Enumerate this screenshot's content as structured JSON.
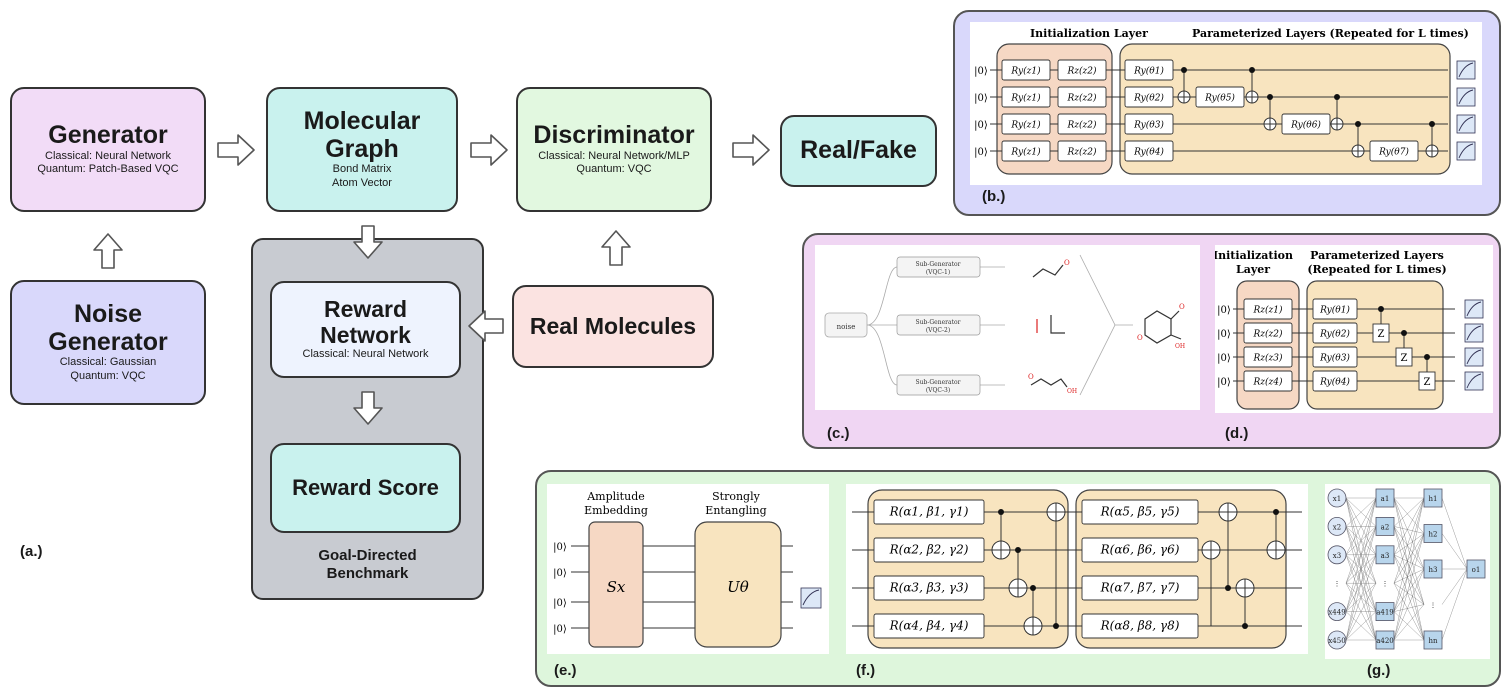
{
  "colors": {
    "generator": "#f2dcf7",
    "noise": "#d9d8fb",
    "molgraph": "#c9f2ee",
    "discriminator": "#e2f8e0",
    "realfake": "#c9f2ee",
    "goal": "#c8cbd1",
    "reward_net": "#eef3fe",
    "reward_score": "#c9f2ee",
    "real_mol": "#fbe3e1",
    "panel_b": "#d9d8fb",
    "panel_cd": "#f0d6f3",
    "panel_efg": "#def6dc",
    "init_layer": "#f6d8c4",
    "param_layer": "#f8e4bf"
  },
  "a": {
    "label": "(a.)",
    "generator": {
      "title": "Generator",
      "sub1": "Classical: Neural Network",
      "sub2": "Quantum: Patch-Based VQC"
    },
    "noise": {
      "title1": "Noise",
      "title2": "Generator",
      "sub1": "Classical: Gaussian",
      "sub2": "Quantum: VQC"
    },
    "molgraph": {
      "title1": "Molecular",
      "title2": "Graph",
      "sub1": "Bond Matrix",
      "sub2": "Atom Vector"
    },
    "discriminator": {
      "title": "Discriminator",
      "sub1": "Classical: Neural Network/MLP",
      "sub2": "Quantum: VQC"
    },
    "realfake": {
      "title": "Real/Fake"
    },
    "reward_net": {
      "title1": "Reward",
      "title2": "Network",
      "sub1": "Classical: Neural Network"
    },
    "reward_score": {
      "title": "Reward Score"
    },
    "goal": {
      "title1": "Goal-Directed",
      "title2": "Benchmark"
    },
    "real_mol": {
      "title": "Real Molecules"
    }
  },
  "b": {
    "label": "(b.)",
    "init_title": "Initialization Layer",
    "param_title": "Parameterized Layers (Repeated for L times)",
    "ket": "|0⟩",
    "gates_col1": [
      "Ry(z1)",
      "Ry(z1)",
      "Ry(z1)",
      "Ry(z1)"
    ],
    "gates_col2": [
      "Rz(z2)",
      "Rz(z2)",
      "Rz(z2)",
      "Rz(z2)"
    ],
    "gates_param": [
      "Ry(θ1)",
      "Ry(θ2)",
      "Ry(θ3)",
      "Ry(θ4)"
    ],
    "gates_extra": [
      "Ry(θ5)",
      "Ry(θ6)",
      "Ry(θ7)"
    ]
  },
  "c": {
    "label": "(c.)",
    "noise": "noise",
    "sub": [
      {
        "l1": "Sub-Generator",
        "l2": "(VQC-1)"
      },
      {
        "l1": "Sub-Generator",
        "l2": "(VQC-2)"
      },
      {
        "l1": "Sub-Generator",
        "l2": "(VQC-3)"
      }
    ],
    "atoms": {
      "o": "O",
      "oh": "OH"
    }
  },
  "d": {
    "label": "(d.)",
    "init_title1": "Initialization",
    "init_title2": "Layer",
    "param_title1": "Parameterized Layers",
    "param_title2": "(Repeated for L times)",
    "ket": "|0⟩",
    "gates_init": [
      "Rz(z1)",
      "Rz(z2)",
      "Rz(z3)",
      "Rz(z4)"
    ],
    "gates_param": [
      "Ry(θ1)",
      "Ry(θ2)",
      "Ry(θ3)",
      "Ry(θ4)"
    ],
    "zgate": "Z"
  },
  "e": {
    "label": "(e.)",
    "amp1": "Amplitude",
    "amp2": "Embedding",
    "ent1": "Strongly",
    "ent2": "Entangling",
    "ket": "|0⟩",
    "sx": "Sx",
    "u": "Uθ"
  },
  "f": {
    "label": "(f.)",
    "left": [
      "R(α1, β1, γ1)",
      "R(α2, β2, γ2)",
      "R(α3, β3, γ3)",
      "R(α4, β4, γ4)"
    ],
    "right": [
      "R(α5, β5, γ5)",
      "R(α6, β6, γ6)",
      "R(α7, β7, γ7)",
      "R(α8, β8, γ8)"
    ]
  },
  "g": {
    "label": "(g.)",
    "inputs": [
      "x1",
      "x2",
      "x3",
      "⋮",
      "x449",
      "x450"
    ],
    "hidden_a": [
      "a1",
      "a2",
      "a3",
      "⋮",
      "a419",
      "a420"
    ],
    "hidden_h": [
      "h1",
      "h2",
      "h3",
      "⋮",
      "hn"
    ],
    "output": "o1"
  }
}
